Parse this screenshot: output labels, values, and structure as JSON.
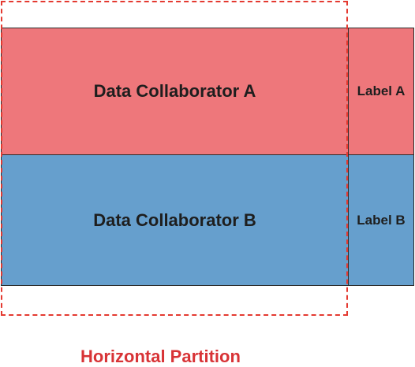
{
  "diagram": {
    "rows": [
      {
        "collaborator": "Data Collaborator A",
        "label": "Label A"
      },
      {
        "collaborator": "Data Collaborator B",
        "label": "Label B"
      }
    ],
    "caption": "Horizontal Partition"
  },
  "colors": {
    "collaborator_a": "#ee777b",
    "collaborator_b": "#669fcd",
    "partition_outline": "#e43a31",
    "caption_text": "#d83336"
  }
}
